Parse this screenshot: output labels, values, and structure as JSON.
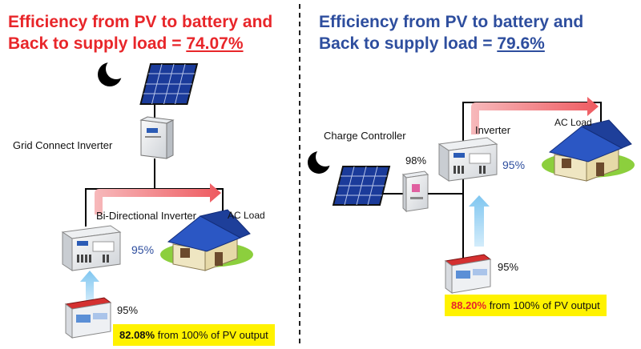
{
  "left": {
    "title_line1": "Efficiency from PV to battery and",
    "title_line2_prefix": "Back to supply load = ",
    "title_value": "74.07%",
    "grid_inverter_label": "Grid Connect Inverter",
    "bidirectional_label": "Bi-Directional Inverter",
    "ac_load_label": "AC Load",
    "inverter_efficiency": "95%",
    "battery_efficiency": "95%",
    "result_value": "82.08%",
    "result_suffix": " from 100% of PV output"
  },
  "right": {
    "title_line1": "Efficiency from PV to battery and",
    "title_line2_prefix": "Back to supply load = ",
    "title_value": "79.6%",
    "charge_controller_label": "Charge Controller",
    "charge_controller_efficiency": "98%",
    "inverter_label": "Inverter",
    "ac_load_label": "AC Load",
    "inverter_efficiency": "95%",
    "battery_efficiency": "95%",
    "result_value": "88.20%",
    "result_suffix": " from 100% of PV output"
  },
  "colors": {
    "left_title": "#e8262a",
    "right_title": "#2e4e9e",
    "highlight": "#fff200",
    "flow_arrow_red": "#f07a7e",
    "flow_arrow_blue": "#8fd0f3"
  }
}
